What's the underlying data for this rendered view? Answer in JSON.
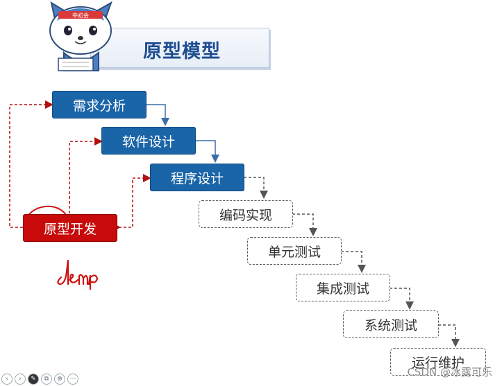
{
  "title": "原型模型",
  "mascot_badge": "中初会",
  "steps": {
    "requirements": "需求分析",
    "software_design": "软件设计",
    "program_design": "程序设计",
    "coding": "编码实现",
    "unit_test": "单元测试",
    "integration_test": "集成测试",
    "system_test": "系统测试",
    "maintenance": "运行维护",
    "prototype": "原型开发"
  },
  "annotation": "demo",
  "watermark": "CSDN @冰露可乐",
  "toolbar": {
    "items": [
      "prev",
      "next",
      "pen",
      "copy",
      "zoom",
      "more"
    ]
  },
  "colors": {
    "blue_box": "#1a64a8",
    "red_box": "#c80a0a",
    "dashed_border": "#555555",
    "arrow_red": "#b01010",
    "arrow_blue": "#3a6ea8"
  }
}
